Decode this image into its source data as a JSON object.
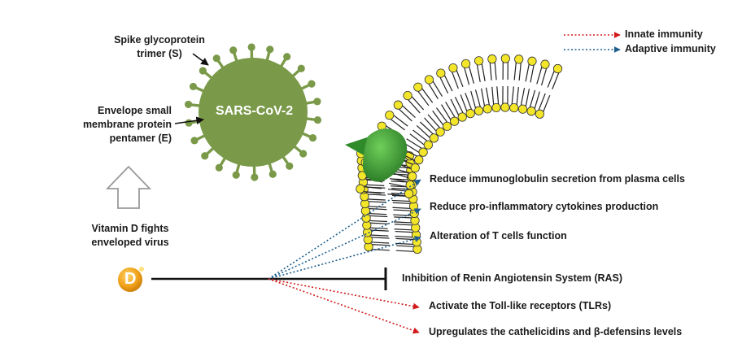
{
  "virus": {
    "name": "SARS-CoV-2",
    "spike_label_line1": "Spike glycoprotein",
    "spike_label_line2": "trimer (S)",
    "envelope_label_line1": "Envelope small",
    "envelope_label_line2": "membrane protein",
    "envelope_label_line3": "pentamer (E)"
  },
  "vitamin_d": {
    "symbol": "D",
    "caption_line1": "Vitamin D fights",
    "caption_line2": "enveloped virus"
  },
  "legend": {
    "innate": "Innate immunity",
    "adaptive": "Adaptive immunity",
    "innate_color": "#d11a1a",
    "adaptive_color": "#1f5f8f"
  },
  "effects": {
    "adaptive": [
      "Reduce immunoglobulin  secretion from plasma cells",
      "Reduce pro-inflammatory cytokines production",
      "Alteration of T cells function"
    ],
    "inhibition": "Inhibition of Renin Angiotensin System (RAS)",
    "innate": [
      "Activate the Toll-like receptors (TLRs)",
      "Upregulates the cathelicidins and β-defensins levels"
    ]
  },
  "colors": {
    "virus_green": "#7a9a4a",
    "receptor_green": "#3f9a3a",
    "lipid_yellow": "#f2e52a",
    "vitamin_orange": "#f0a21a"
  }
}
